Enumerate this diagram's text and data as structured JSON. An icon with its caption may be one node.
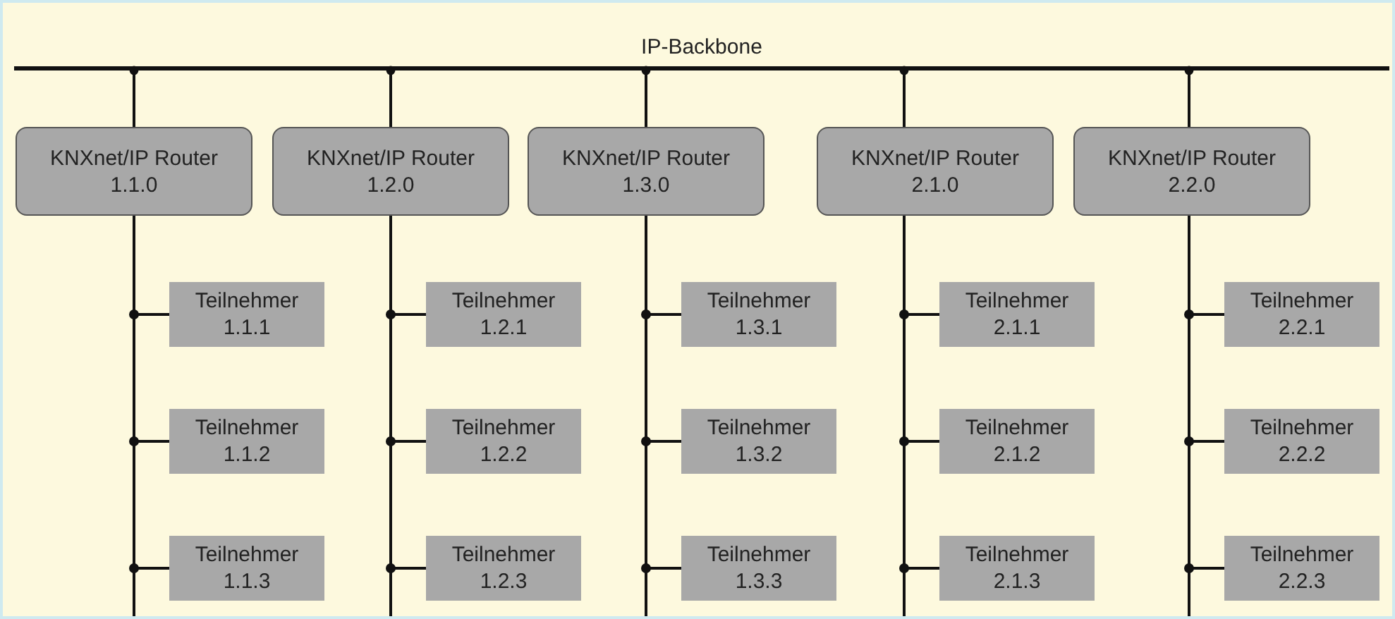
{
  "diagram": {
    "nodes": [
      {
        "text": [
          "IP-Backbone"
        ]
      },
      {
        "text": [
          "KNXnet/IP Router",
          "1.1.0"
        ]
      },
      {
        "text": [
          "Teilnehmer",
          "1.1.1"
        ]
      },
      {
        "text": [
          "Teilnehmer",
          "1.1.2"
        ]
      },
      {
        "text": [
          "Teilnehmer",
          "1.1.3"
        ]
      },
      {
        "text": [
          "KNXnet/IP Router",
          "1.2.0"
        ]
      },
      {
        "text": [
          "Teilnehmer",
          "1.2.1"
        ]
      },
      {
        "text": [
          "Teilnehmer",
          "1.2.2"
        ]
      },
      {
        "text": [
          "Teilnehmer",
          "1.2.3"
        ]
      },
      {
        "text": [
          "KNXnet/IP Router",
          "1.3.0"
        ]
      },
      {
        "text": [
          "Teilnehmer",
          "1.3.1"
        ]
      },
      {
        "text": [
          "Teilnehmer",
          "1.3.2"
        ]
      },
      {
        "text": [
          "Teilnehmer",
          "1.3.3"
        ]
      },
      {
        "text": [
          "KNXnet/IP Router",
          "2.1.0"
        ]
      },
      {
        "text": [
          "Teilnehmer",
          "2.1.1"
        ]
      },
      {
        "text": [
          "Teilnehmer",
          "2.1.2"
        ]
      },
      {
        "text": [
          "Teilnehmer",
          "2.1.3"
        ]
      },
      {
        "text": [
          "KNXnet/IP Router",
          "2.2.0"
        ]
      },
      {
        "text": [
          "Teilnehmer",
          "2.2.1"
        ]
      },
      {
        "text": [
          "Teilnehmer",
          "2.2.2"
        ]
      },
      {
        "text": [
          "Teilnehmer",
          "2.2.3"
        ]
      }
    ],
    "edges": [
      {
        "from": 0,
        "to": 1,
        "arrow": "other"
      },
      {
        "from": 1,
        "to": 2,
        "arrow": "none"
      },
      {
        "from": 1,
        "to": 3,
        "arrow": "none"
      },
      {
        "from": 1,
        "to": 4,
        "arrow": "none"
      },
      {
        "from": 0,
        "to": 5,
        "arrow": "other"
      },
      {
        "from": 5,
        "to": 6,
        "arrow": "none"
      },
      {
        "from": 5,
        "to": 7,
        "arrow": "none"
      },
      {
        "from": 5,
        "to": 8,
        "arrow": "none"
      },
      {
        "from": 0,
        "to": 9,
        "arrow": "other"
      },
      {
        "from": 9,
        "to": 10,
        "arrow": "none"
      },
      {
        "from": 9,
        "to": 11,
        "arrow": "none"
      },
      {
        "from": 9,
        "to": 12,
        "arrow": "none"
      },
      {
        "from": 0,
        "to": 13,
        "arrow": "other"
      },
      {
        "from": 13,
        "to": 14,
        "arrow": "none"
      },
      {
        "from": 13,
        "to": 15,
        "arrow": "none"
      },
      {
        "from": 13,
        "to": 16,
        "arrow": "none"
      },
      {
        "from": 0,
        "to": 17,
        "arrow": "other"
      },
      {
        "from": 17,
        "to": 18,
        "arrow": "none"
      },
      {
        "from": 17,
        "to": 19,
        "arrow": "none"
      },
      {
        "from": 17,
        "to": 20,
        "arrow": "none"
      }
    ]
  }
}
